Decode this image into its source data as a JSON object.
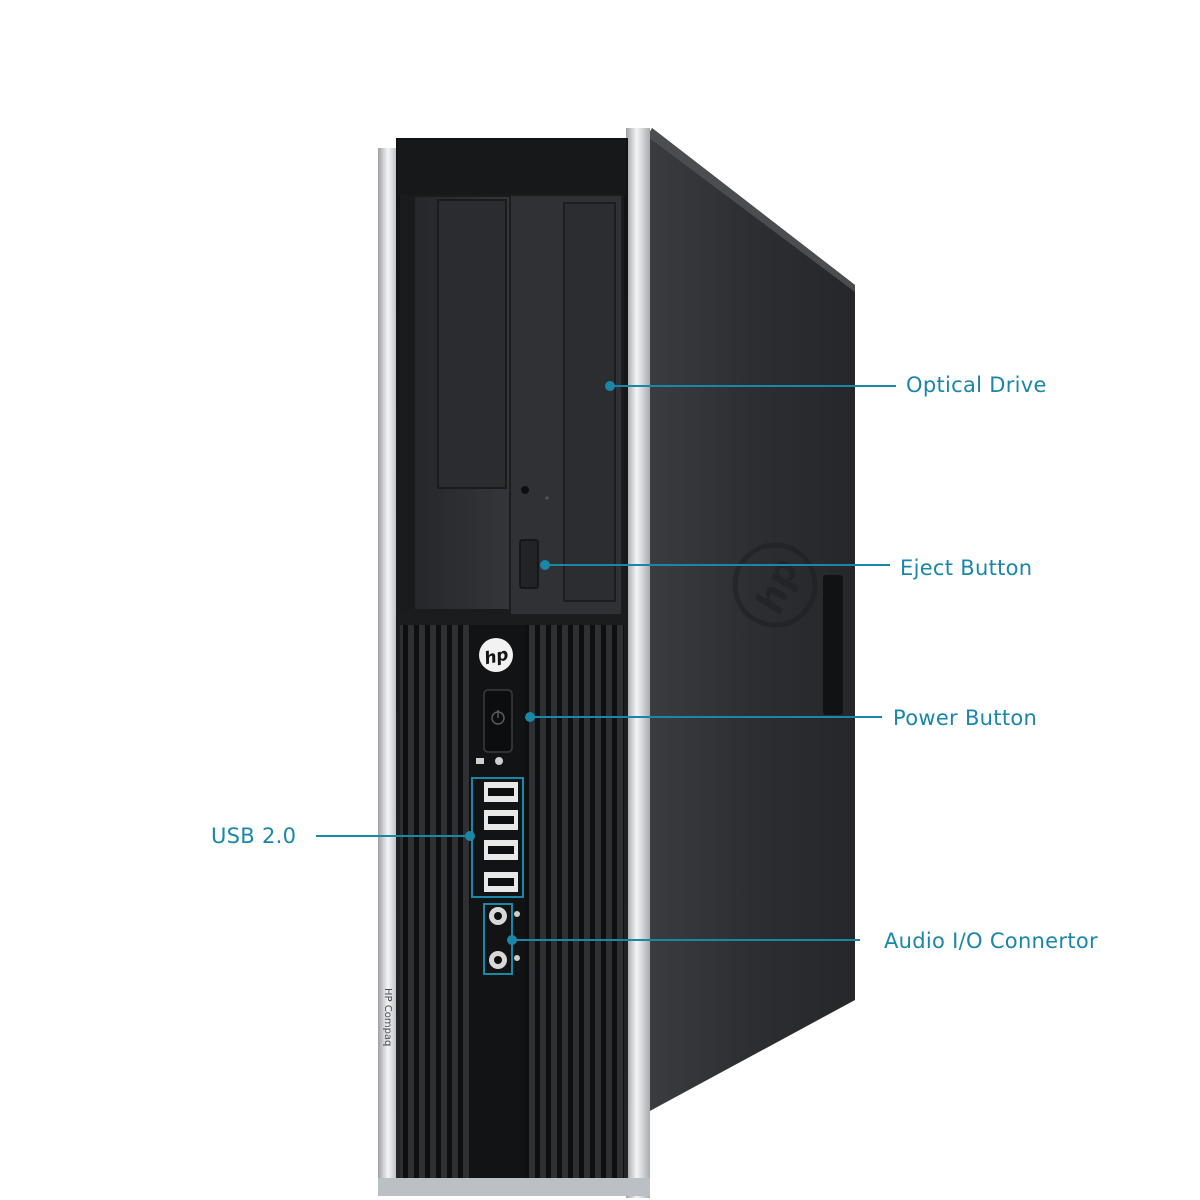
{
  "product": {
    "side_brand_text": "HP Compaq"
  },
  "callouts": {
    "optical_drive": "Optical Drive",
    "eject_button": "Eject Button",
    "power_button": "Power Button",
    "usb": "USB 2.0",
    "audio": "Audio I/O Connertor"
  },
  "colors": {
    "callout": "#1a86a8",
    "background": "#ffffff",
    "chassis": "#2e3033",
    "front_panel": "#1e1f21",
    "trim": "#c8cacd"
  }
}
